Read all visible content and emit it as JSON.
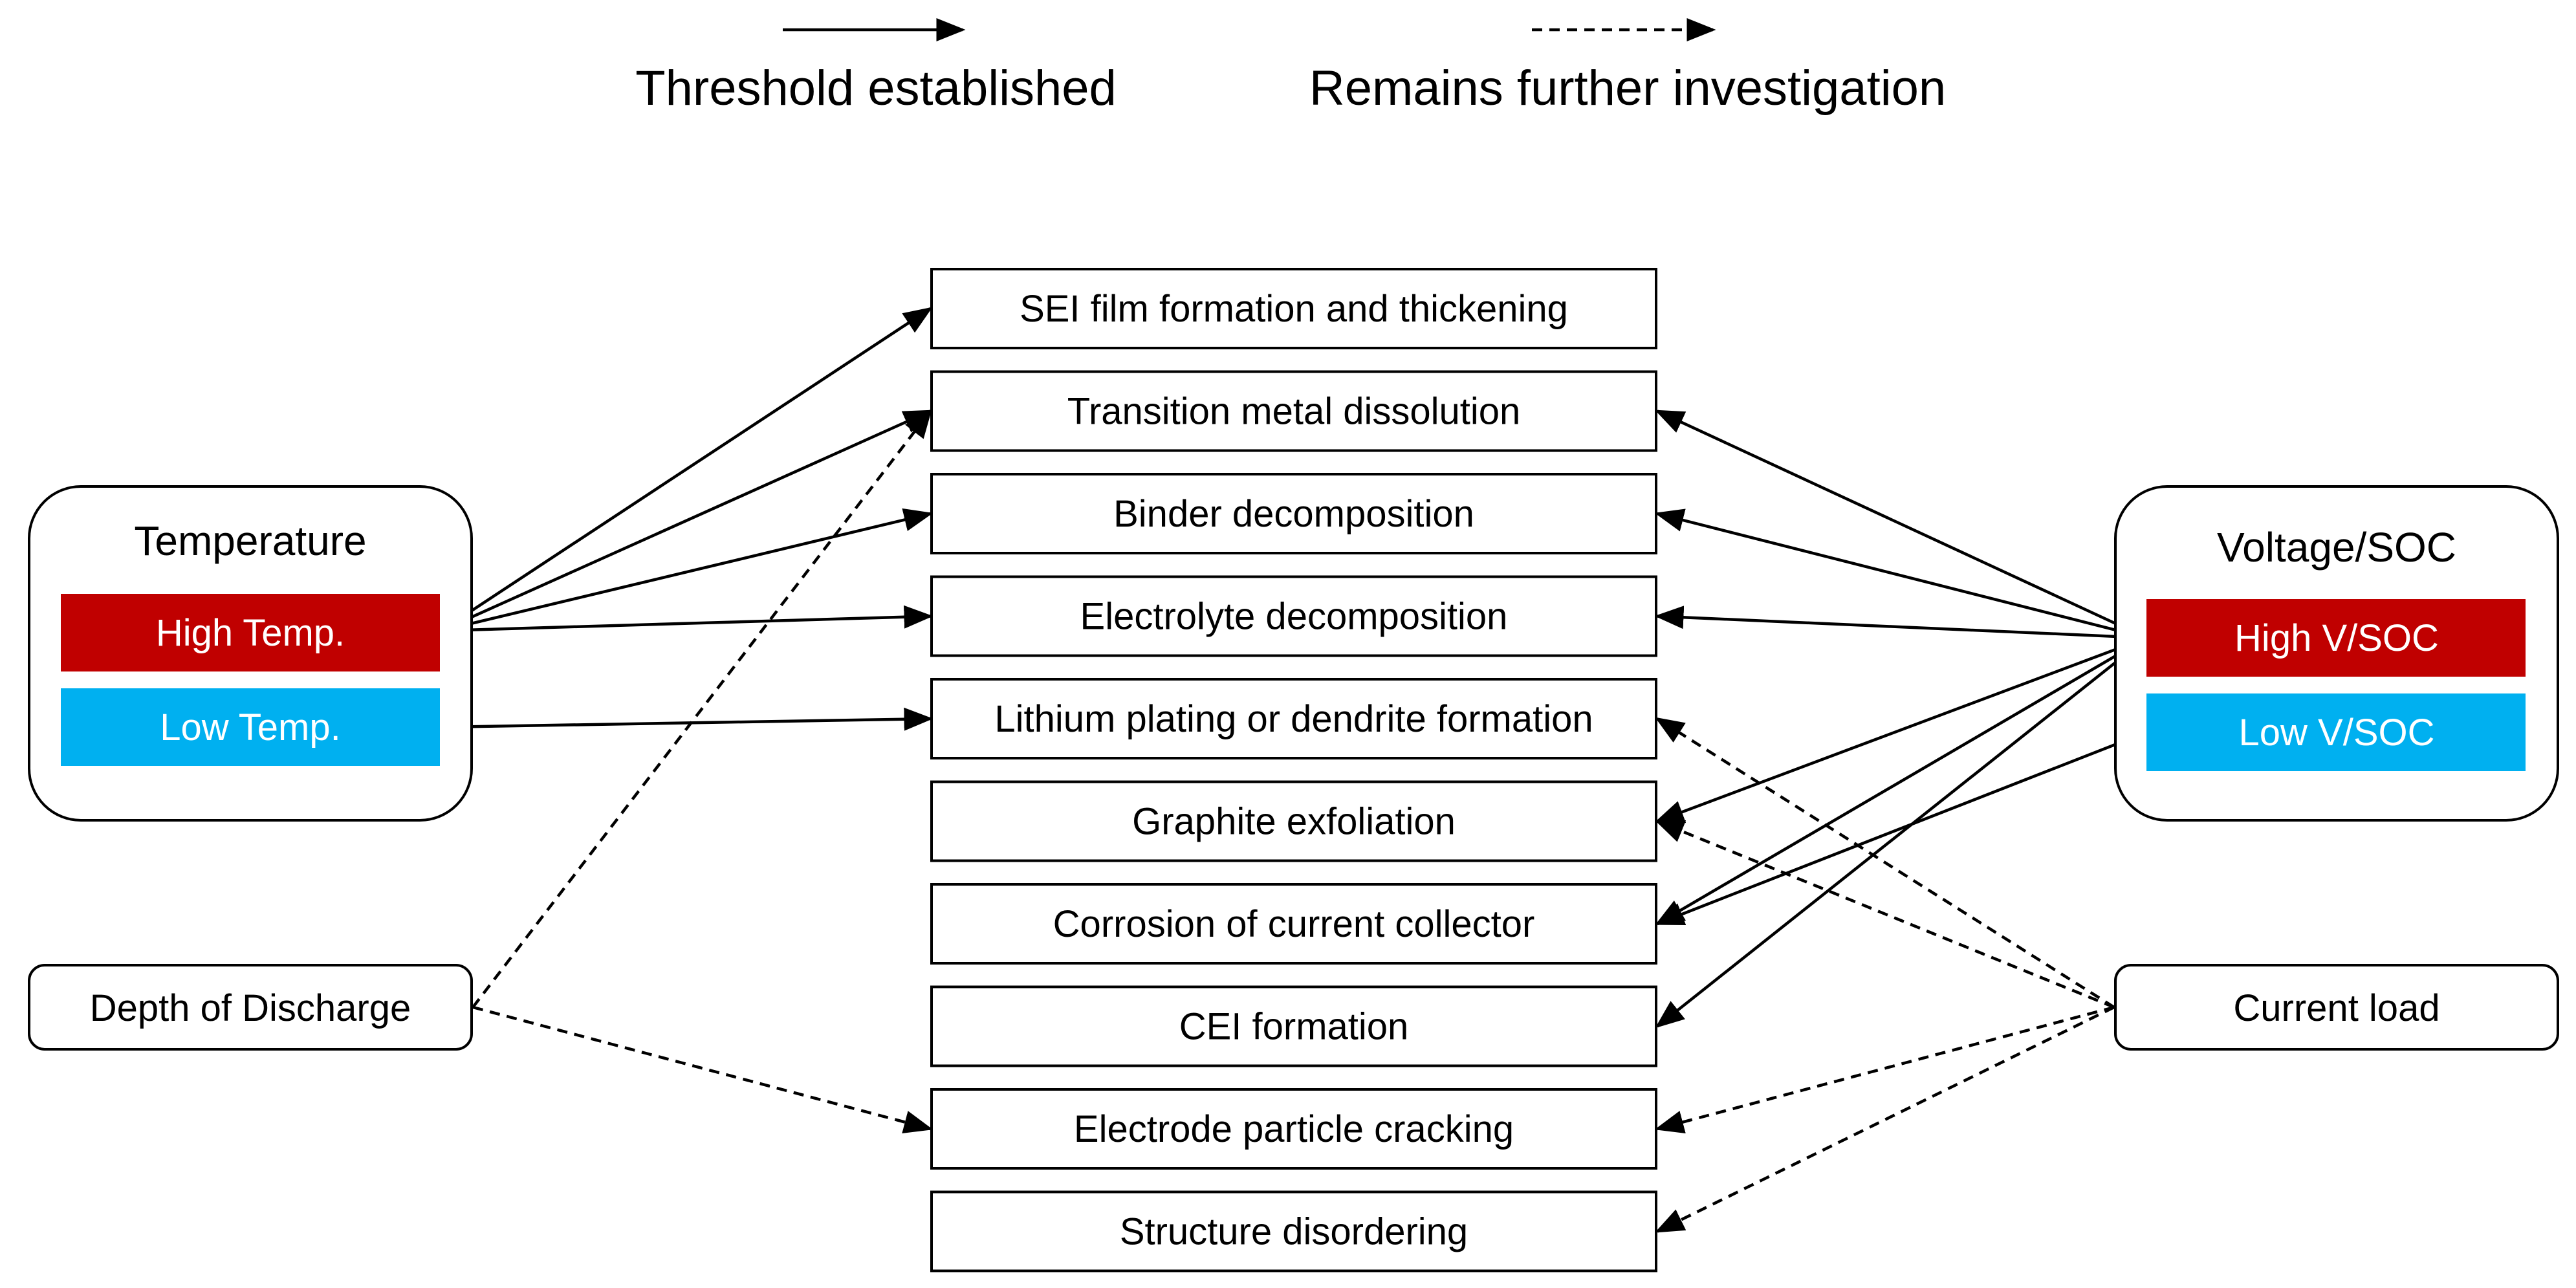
{
  "legend": {
    "solid_label": "Threshold established",
    "dashed_label": "Remains further investigation"
  },
  "colors": {
    "high": "#c00000",
    "low": "#00b0f0",
    "line": "#000000"
  },
  "factors": {
    "temperature": {
      "title": "Temperature",
      "high": "High Temp.",
      "low": "Low Temp."
    },
    "voltage": {
      "title": "Voltage/SOC",
      "high": "High V/SOC",
      "low": "Low V/SOC"
    },
    "dod": "Depth of Discharge",
    "current": "Current load"
  },
  "mechanisms": [
    "SEI film formation and thickening",
    "Transition metal dissolution",
    "Binder decomposition",
    "Electrolyte decomposition",
    "Lithium plating or dendrite formation",
    "Graphite exfoliation",
    "Corrosion of current collector",
    "CEI formation",
    "Electrode particle cracking",
    "Structure disordering"
  ],
  "edges": [
    {
      "from": "high_temp",
      "to": 0,
      "style": "solid"
    },
    {
      "from": "high_temp",
      "to": 1,
      "style": "solid"
    },
    {
      "from": "high_temp",
      "to": 2,
      "style": "solid"
    },
    {
      "from": "high_temp",
      "to": 3,
      "style": "solid"
    },
    {
      "from": "low_temp",
      "to": 4,
      "style": "solid"
    },
    {
      "from": "dod",
      "to": 1,
      "style": "dashed"
    },
    {
      "from": "dod",
      "to": 8,
      "style": "dashed"
    },
    {
      "from": "high_v",
      "to": 1,
      "style": "solid"
    },
    {
      "from": "high_v",
      "to": 2,
      "style": "solid"
    },
    {
      "from": "high_v",
      "to": 3,
      "style": "solid"
    },
    {
      "from": "high_v",
      "to": 5,
      "style": "solid"
    },
    {
      "from": "high_v",
      "to": 6,
      "style": "solid"
    },
    {
      "from": "high_v",
      "to": 7,
      "style": "solid"
    },
    {
      "from": "low_v",
      "to": 6,
      "style": "solid"
    },
    {
      "from": "current",
      "to": 4,
      "style": "dashed"
    },
    {
      "from": "current",
      "to": 5,
      "style": "dashed"
    },
    {
      "from": "current",
      "to": 8,
      "style": "dashed"
    },
    {
      "from": "current",
      "to": 9,
      "style": "dashed"
    }
  ]
}
